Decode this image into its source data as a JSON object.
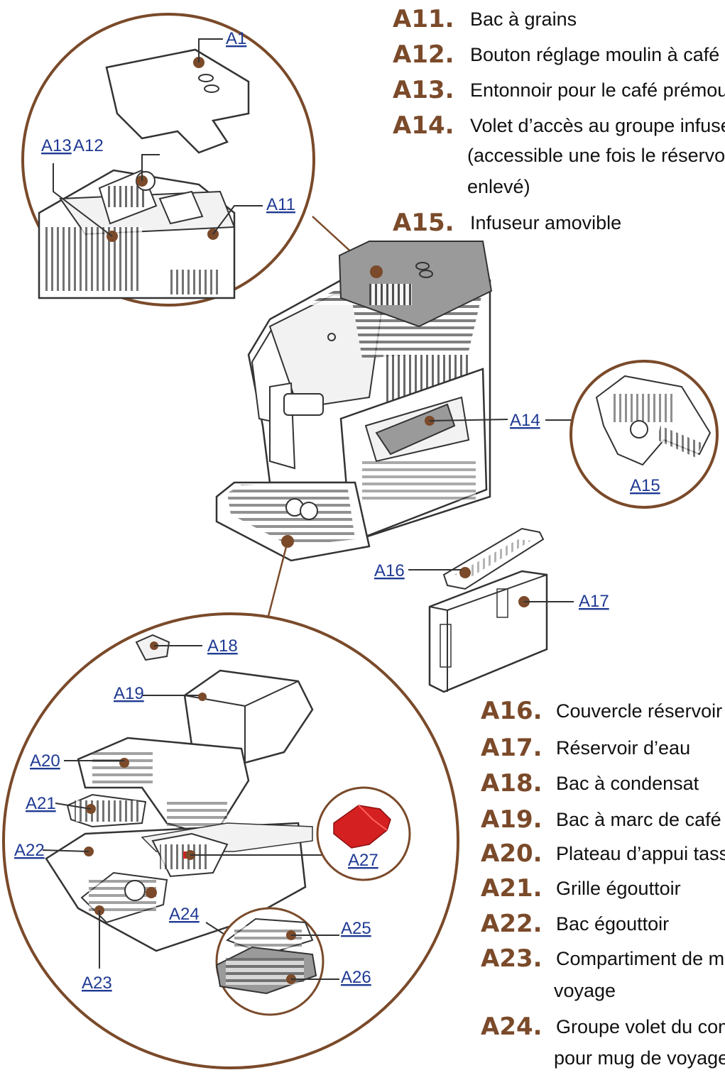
{
  "colors": {
    "accent": "#7a4a2a",
    "link": "#1f3a93",
    "line": "#333333",
    "drawing": "#555555",
    "light_fill": "#f2f2f2",
    "lid_fill": "#9a9a9a",
    "red_part": "#d42020"
  },
  "legend_top": [
    {
      "code": "A11.",
      "text": "Bac à grains"
    },
    {
      "code": "A12.",
      "text": "Bouton réglage moulin à café"
    },
    {
      "code": "A13.",
      "text": "Entonnoir pour le café prémoulu"
    },
    {
      "code": "A14.",
      "text": "Volet d’accès au groupe infuseur",
      "text2": "(accessible une fois le réservoir d",
      "text3": "enlevé)"
    },
    {
      "code": "A15.",
      "text": "Infuseur amovible"
    }
  ],
  "legend_bottom": [
    {
      "code": "A16.",
      "text": "Couvercle réservoir d'"
    },
    {
      "code": "A17.",
      "text": "Réservoir d’eau"
    },
    {
      "code": "A18.",
      "text": "Bac à condensat"
    },
    {
      "code": "A19.",
      "text": "Bac à marc de café"
    },
    {
      "code": "A20.",
      "text": "Plateau d’appui tasse"
    },
    {
      "code": "A21.",
      "text": "Grille égouttoir"
    },
    {
      "code": "A22.",
      "text": "Bac égouttoir"
    },
    {
      "code": "A23.",
      "text": "Compartiment de mu",
      "text2": "voyage"
    },
    {
      "code": "A24.",
      "text": "Groupe volet du comp",
      "text2": "pour mug de voyage"
    }
  ],
  "callouts": {
    "a1": "A1",
    "a13": "A13",
    "a12": "A12",
    "a11": "A11",
    "a14": "A14",
    "a15": "A15",
    "a16": "A16",
    "a17": "A17",
    "a18": "A18",
    "a19": "A19",
    "a20": "A20",
    "a21": "A21",
    "a22": "A22",
    "a23": "A23",
    "a24": "A24",
    "a25": "A25",
    "a26": "A26",
    "a27": "A27"
  }
}
